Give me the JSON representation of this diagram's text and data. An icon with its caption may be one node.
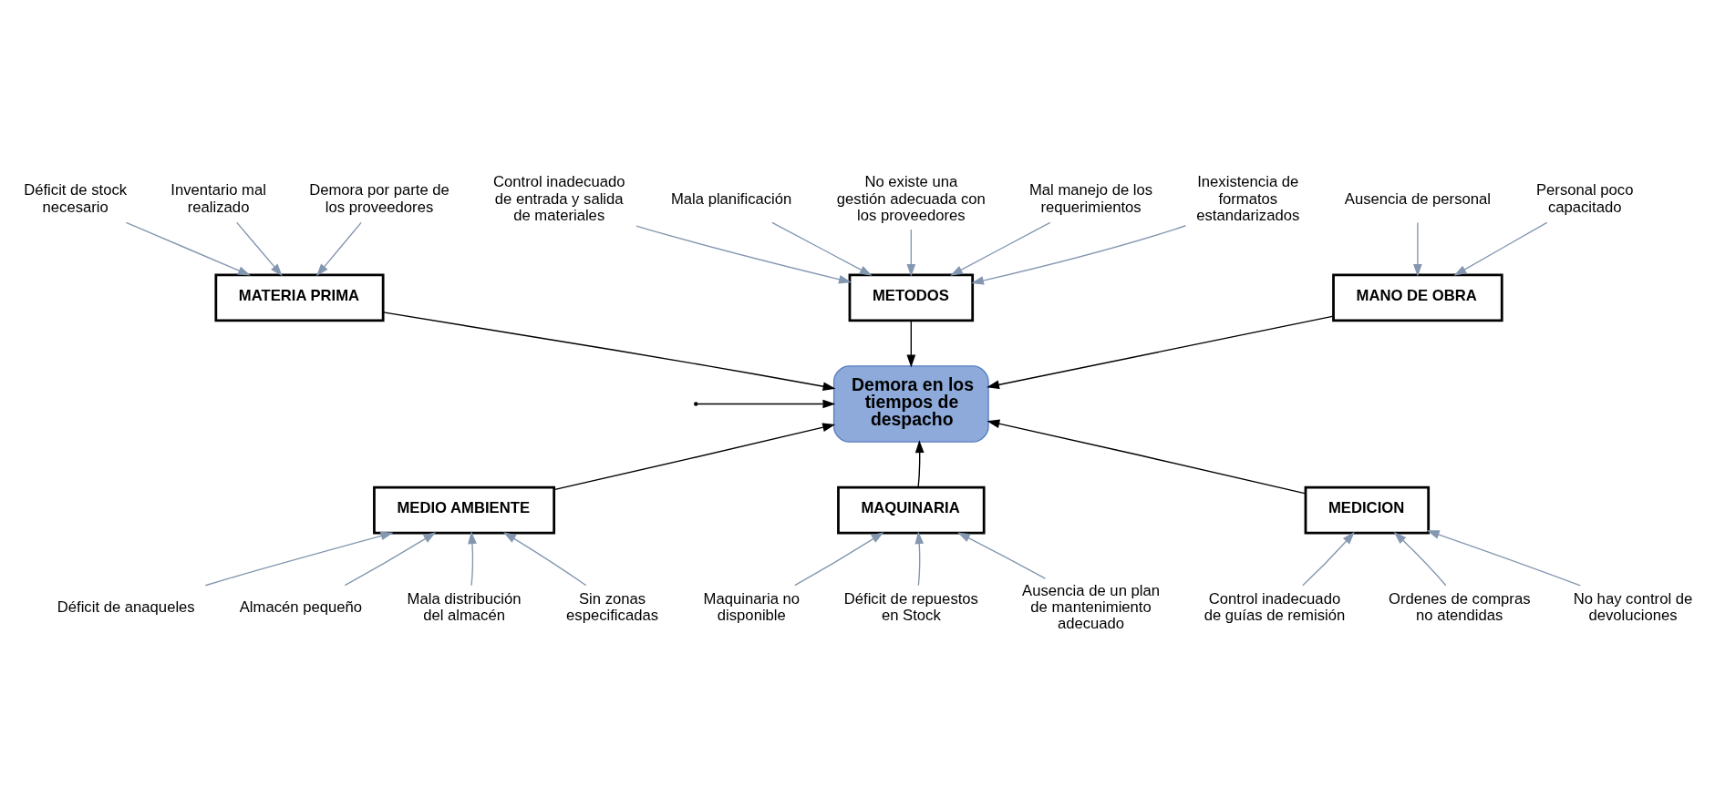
{
  "diagram": {
    "nodes": [
      {
        "text": [
          "MANO DE OBRA"
        ]
      },
      {
        "text": [
          "MATERIA PRIMA"
        ]
      },
      {
        "text": [
          "METODOS"
        ]
      },
      {
        "text": [
          "Ausencia de personal"
        ]
      },
      {
        "text": [
          "Déficit de stock necesario"
        ]
      },
      {
        "text": [
          "Control inadecuado de entrada y salida de materiales"
        ]
      },
      {
        "text": [
          "Mala planificación"
        ]
      },
      {
        "text": [
          "Inventario mal realizado"
        ]
      },
      {
        "text": [
          "No existe una gestión adecuada con los proveedores"
        ]
      },
      {
        "text": [
          "Mal manejo de los requerimientos"
        ]
      },
      {
        "text": [
          "Personal poco capacitado"
        ]
      },
      {
        "text": [
          "Inexistencia de formatos estandarizados"
        ]
      },
      {
        "text": [
          "Demora por parte de los proveedores"
        ]
      },
      {
        "text": [
          "Demora en los tiempos de despacho"
        ]
      },
      {
        "text": [
          "Déficit de anaqueles"
        ]
      },
      {
        "text": [
          "Maquinaria no disponible"
        ]
      },
      {
        "text": [
          "Déficit de repuestos en Stock"
        ]
      },
      {
        "text": [
          "Almacén pequeño"
        ]
      },
      {
        "text": [
          "Control inadecuado de guías de remisión"
        ]
      },
      {
        "text": [
          "Ordenes de compras no atendidas"
        ]
      },
      {
        "text": [
          "Mala distribución del almacén"
        ]
      },
      {
        "text": [
          "Sin zonas especificadas"
        ]
      },
      {
        "text": [
          "Ausencia de un plan de mantenimiento adecuado"
        ]
      },
      {
        "text": [
          "No hay control de devoluciones"
        ]
      },
      {
        "text": [
          "MEDIO AMBIENTE"
        ]
      },
      {
        "text": [
          "MAQUINARIA"
        ]
      },
      {
        "text": [
          "MEDICION"
        ]
      }
    ],
    "edges": [
      {
        "from": 3,
        "to": 0,
        "arrow": "to"
      },
      {
        "from": 10,
        "to": 0,
        "arrow": "to"
      },
      {
        "from": 4,
        "to": 1,
        "arrow": "to"
      },
      {
        "from": 7,
        "to": 1,
        "arrow": "to"
      },
      {
        "from": 12,
        "to": 1,
        "arrow": "to"
      },
      {
        "from": 5,
        "to": 2,
        "arrow": "to"
      },
      {
        "from": 6,
        "to": 2,
        "arrow": "to"
      },
      {
        "from": 8,
        "to": 2,
        "arrow": "to"
      },
      {
        "from": 9,
        "to": 2,
        "arrow": "to"
      },
      {
        "from": 11,
        "to": 2,
        "arrow": "to"
      },
      {
        "from": 17,
        "to": 24,
        "arrow": "to"
      },
      {
        "from": 14,
        "to": 24,
        "arrow": "to"
      },
      {
        "from": 20,
        "to": 24,
        "arrow": "to"
      },
      {
        "from": 21,
        "to": 24,
        "arrow": "to"
      },
      {
        "from": 15,
        "to": 25,
        "arrow": "to"
      },
      {
        "from": 16,
        "to": 25,
        "arrow": "to"
      },
      {
        "from": 22,
        "to": 25,
        "arrow": "to"
      },
      {
        "from": 18,
        "to": 26,
        "arrow": "to"
      },
      {
        "from": 19,
        "to": 26,
        "arrow": "to"
      },
      {
        "from": 23,
        "to": 26,
        "arrow": "to"
      },
      {
        "from": 0,
        "to": 13,
        "arrow": "to",
        "color": "#000000"
      },
      {
        "from": 1,
        "to": 13,
        "arrow": "to",
        "color": "#000000"
      },
      {
        "from": 2,
        "to": 13,
        "arrow": "to",
        "color": "#000000"
      },
      {
        "from": 24,
        "to": 13,
        "arrow": "to",
        "color": "#000000"
      },
      {
        "from": 25,
        "to": 13,
        "arrow": "to",
        "color": "#000000"
      },
      {
        "from": 26,
        "to": 13,
        "arrow": "to",
        "color": "#000000"
      },
      {
        "from": null,
        "to": 13,
        "arrow": "to",
        "color": "#000000"
      }
    ]
  }
}
